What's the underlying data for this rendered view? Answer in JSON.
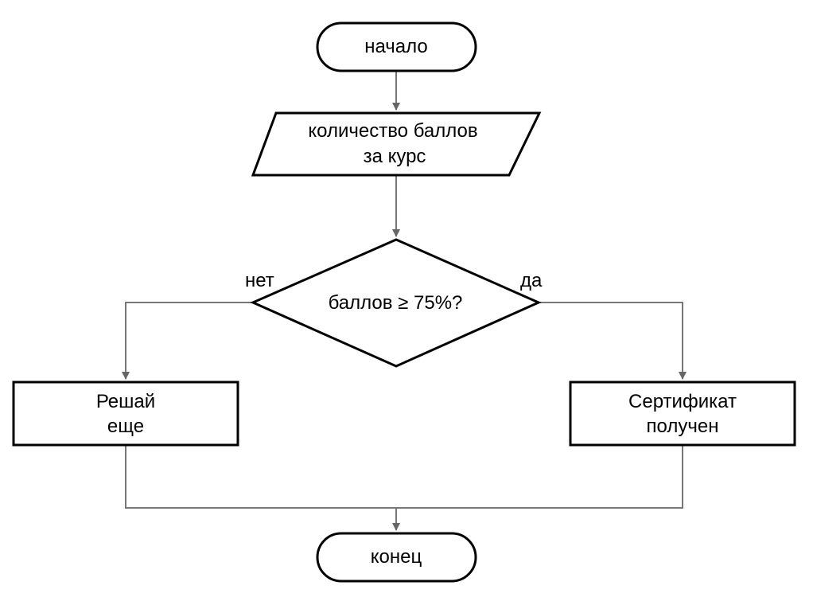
{
  "diagram": {
    "nodes": {
      "start": {
        "label": "начало"
      },
      "input": {
        "line1": "количество баллов",
        "line2": "за курс"
      },
      "decision": {
        "label": "баллов ≥ 75%?"
      },
      "no_action": {
        "line1": "Решай",
        "line2": "еще"
      },
      "yes_action": {
        "line1": "Сертификат",
        "line2": "получен"
      },
      "end": {
        "label": "конец"
      }
    },
    "branches": {
      "no": "нет",
      "yes": "да"
    }
  }
}
